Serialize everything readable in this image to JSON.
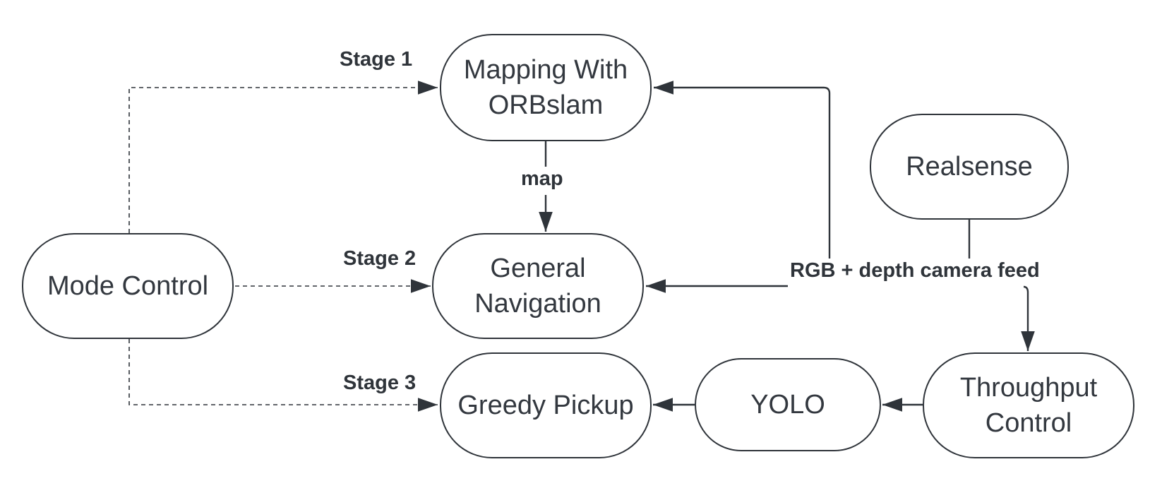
{
  "nodes": {
    "mapping": {
      "line1": "Mapping With",
      "line2": "ORBslam"
    },
    "general_navigation": {
      "line1": "General",
      "line2": "Navigation"
    },
    "greedy_pickup": {
      "label": "Greedy Pickup"
    },
    "mode_control": {
      "label": "Mode Control"
    },
    "realsense": {
      "label": "Realsense"
    },
    "yolo": {
      "label": "YOLO"
    },
    "throughput_control": {
      "line1": "Throughput",
      "line2": "Control"
    }
  },
  "edge_labels": {
    "stage1": "Stage 1",
    "stage2": "Stage 2",
    "stage3": "Stage 3",
    "map": "map",
    "camera_feed": "RGB + depth camera feed"
  },
  "colors": {
    "line": "#2f343a",
    "text": "#33383f",
    "background": "#ffffff"
  },
  "edge_styles": {
    "mode_to_stages": "dashed",
    "data_flow": "solid"
  }
}
